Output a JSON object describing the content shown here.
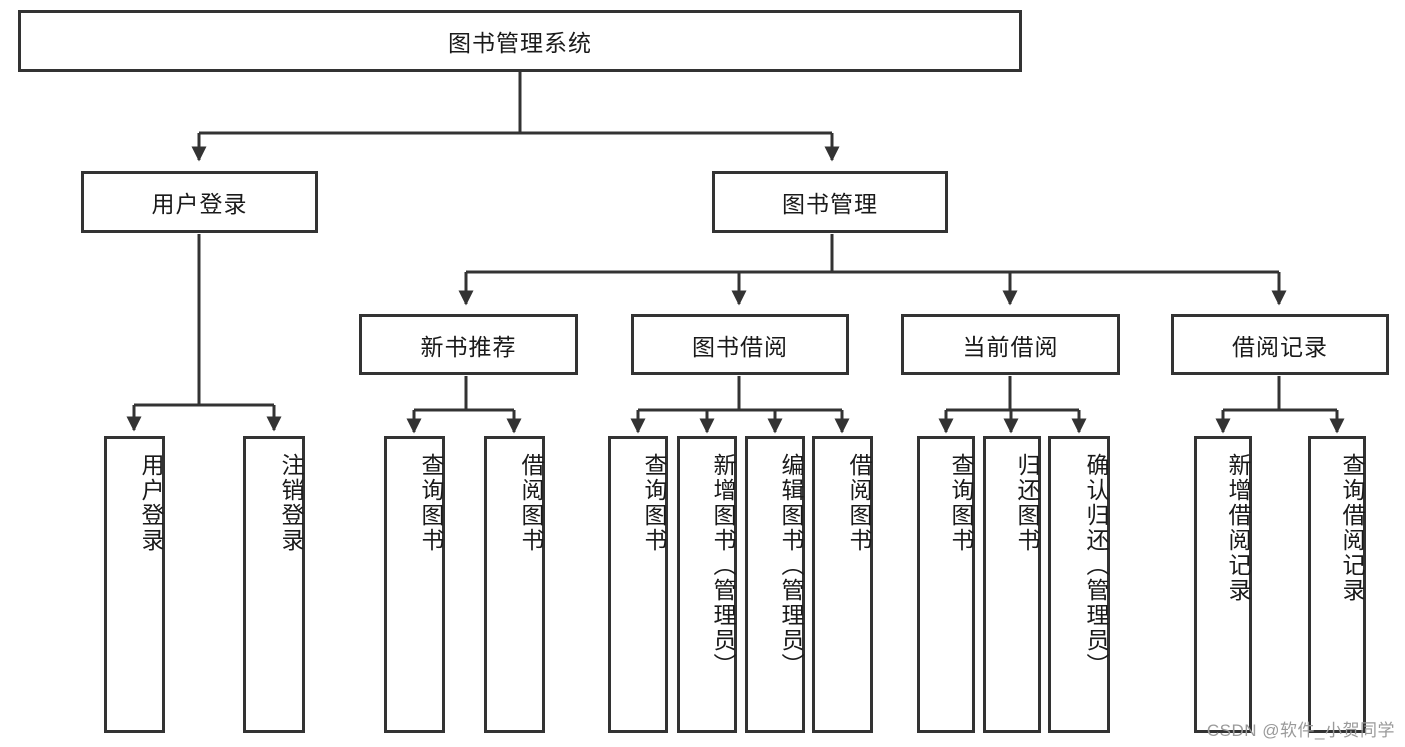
{
  "diagram": {
    "title": "图书管理系统",
    "type": "tree-hierarchy",
    "root": {
      "label": "图书管理系统"
    },
    "level2": [
      {
        "label": "用户登录"
      },
      {
        "label": "图书管理"
      }
    ],
    "level3": [
      {
        "label": "新书推荐"
      },
      {
        "label": "图书借阅"
      },
      {
        "label": "当前借阅"
      },
      {
        "label": "借阅记录"
      }
    ],
    "leaves": {
      "user_login": [
        {
          "label": "用户登录"
        },
        {
          "label": "注销登录"
        }
      ],
      "new_book_recommend": [
        {
          "label": "查询图书"
        },
        {
          "label": "借阅图书"
        }
      ],
      "book_borrow": [
        {
          "label": "查询图书"
        },
        {
          "label": "新增图书（管理员）"
        },
        {
          "label": "编辑图书（管理员）"
        },
        {
          "label": "借阅图书"
        }
      ],
      "current_borrow": [
        {
          "label": "查询图书"
        },
        {
          "label": "归还图书"
        },
        {
          "label": "确认归还（管理员）"
        }
      ],
      "borrow_record": [
        {
          "label": "新增借阅记录"
        },
        {
          "label": "查询借阅记录"
        }
      ]
    }
  },
  "watermark": {
    "text": "CSDN @软件_小贺同学"
  },
  "colors": {
    "box_border": "#333333",
    "box_fill": "#ffffff",
    "edge": "#333333",
    "text": "#1a1a1a",
    "watermark": "#9a9a9a"
  }
}
